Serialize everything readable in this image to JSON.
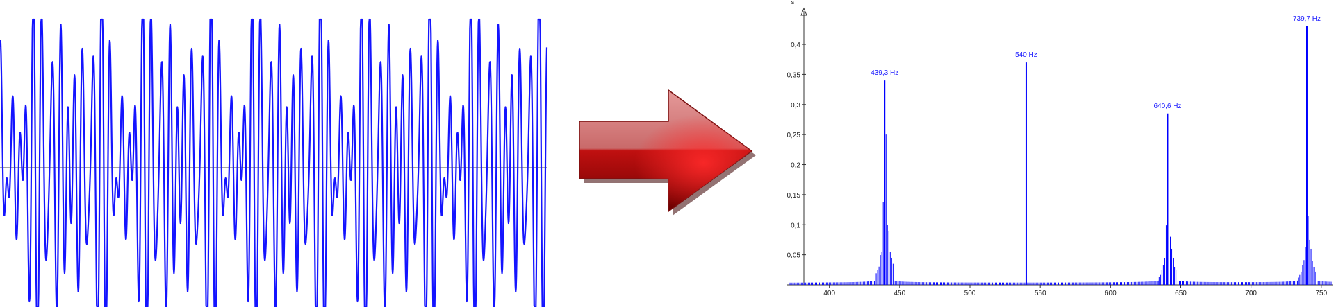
{
  "chart_data": [
    {
      "type": "line",
      "title": "",
      "xlabel": "",
      "ylabel": "",
      "clipped": true,
      "components": [
        {
          "amplitude": 1.0,
          "cycles": 55,
          "phase": 0.0
        },
        {
          "amplitude": 0.85,
          "cycles": 65,
          "phase": 1.3
        },
        {
          "amplitude": 0.8,
          "cycles": 80,
          "phase": 2.1
        }
      ],
      "colors": {
        "signal": "#1414ff",
        "baseline": "#4a4a4a"
      }
    },
    {
      "type": "arrow",
      "colors": {
        "light": "#e59a9a",
        "mid": "#c01010",
        "dark": "#6b0000",
        "glow": "#ff2a2a"
      }
    },
    {
      "type": "bar",
      "title": "",
      "ylabel": "s",
      "xlabel": "",
      "xlim": [
        370,
        758
      ],
      "ylim": [
        0,
        0.46
      ],
      "x_ticks": [
        400,
        450,
        500,
        550,
        600,
        650,
        700,
        750
      ],
      "x_tick_labels": [
        "400",
        "450",
        "500",
        "550",
        "600",
        "650",
        "700",
        "750"
      ],
      "y_ticks": [
        0.05,
        0.1,
        0.15,
        0.2,
        0.25,
        0.3,
        0.35,
        0.4
      ],
      "y_tick_labels": [
        "0,05",
        "0,1",
        "0,15",
        "0,2",
        "0,25",
        "0,3",
        "0,35",
        "0,4"
      ],
      "peaks": [
        {
          "x": 439.3,
          "y": 0.34,
          "label": "439,3 Hz",
          "side": [
            0.25,
            0.1,
            0.09,
            0.055,
            0.045,
            0.035
          ]
        },
        {
          "x": 540.0,
          "y": 0.37,
          "label": "540 Hz",
          "side": []
        },
        {
          "x": 640.6,
          "y": 0.285,
          "label": "640,6 Hz",
          "side": [
            0.18,
            0.08,
            0.06,
            0.045,
            0.03,
            0.025
          ]
        },
        {
          "x": 739.7,
          "y": 0.43,
          "label": "739,7 Hz",
          "side": [
            0.115,
            0.075,
            0.06,
            0.04,
            0.03,
            0.022
          ]
        }
      ],
      "bin_spacing": 1.0,
      "background_level": 0.003,
      "colors": {
        "bars": "#0000ff",
        "axis": "#333333",
        "labels": "#1a1aff",
        "ticks": "#222222"
      }
    }
  ]
}
